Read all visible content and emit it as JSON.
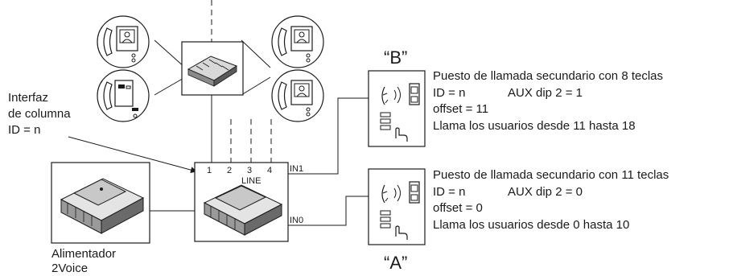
{
  "interface_label": {
    "line1": "Interfaz",
    "line2": "de columna",
    "line3": "ID = n"
  },
  "power_supply_label": {
    "line1": "Alimentador",
    "line2": "2Voice"
  },
  "interface_box": {
    "port_labels": [
      "1",
      "2",
      "3",
      "4"
    ],
    "line_label": "LINE",
    "in1_label": "IN1",
    "in0_label": "IN0"
  },
  "station_b": {
    "tag": "“B”",
    "line1": "Puesto de llamada secundario con 8 teclas",
    "line2_left": "ID = n",
    "line2_right": "AUX dip 2 = 1",
    "line3": "offset = 11",
    "line4": "Llama los usuarios desde 11 hasta 18"
  },
  "station_a": {
    "tag": "“A”",
    "line1": "Puesto de llamada secundario con 11 teclas",
    "line2_left": "ID = n",
    "line2_right": "AUX dip 2 = 0",
    "line3": "offset = 0",
    "line4": "Llama los usuarios desde 0 hasta 10"
  }
}
